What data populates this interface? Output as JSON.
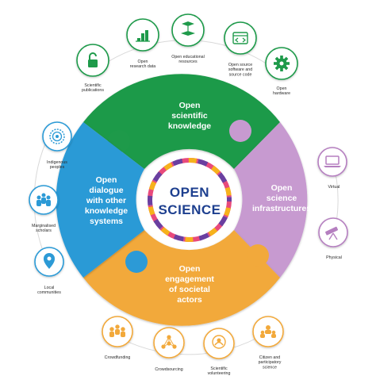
{
  "center": {
    "line1": "OPEN",
    "line2": "SCIENCE"
  },
  "segments": {
    "top": {
      "lines": [
        "Open",
        "scientific",
        "knowledge"
      ],
      "color": "#1e9a4a"
    },
    "right": {
      "lines": [
        "Open",
        "science",
        "infrastructures"
      ],
      "color": "#c79ad0"
    },
    "bottom": {
      "lines": [
        "Open",
        "engagement",
        "of societal",
        "actors"
      ],
      "color": "#f2a93b"
    },
    "left": {
      "lines": [
        "Open",
        "dialogue",
        "with other",
        "knowledge",
        "systems"
      ],
      "color": "#2c9ad6"
    }
  },
  "icons": {
    "publications": {
      "lines": [
        "Scientific",
        "publications"
      ],
      "icon": "padlock-icon",
      "color": "#1e9a4a"
    },
    "research_data": {
      "lines": [
        "Open",
        "research data"
      ],
      "icon": "bar-chart-icon",
      "color": "#1e9a4a"
    },
    "educational": {
      "lines": [
        "Open educational",
        "resources"
      ],
      "icon": "graduation-book-icon",
      "color": "#1e9a4a"
    },
    "software": {
      "lines": [
        "Open source",
        "software and",
        "source code"
      ],
      "icon": "code-window-icon",
      "color": "#1e9a4a"
    },
    "hardware": {
      "lines": [
        "Open",
        "hardware"
      ],
      "icon": "gear-icon",
      "color": "#1e9a4a"
    },
    "virtual": {
      "lines": [
        "Virtual"
      ],
      "icon": "laptop-icon",
      "color": "#b57fc0"
    },
    "physical": {
      "lines": [
        "Physical"
      ],
      "icon": "telescope-icon",
      "color": "#b57fc0"
    },
    "indigenous": {
      "lines": [
        "Indigenous",
        "peoples"
      ],
      "icon": "pattern-icon",
      "color": "#2c9ad6"
    },
    "marginalised": {
      "lines": [
        "Marginalised",
        "scholars"
      ],
      "icon": "people-icon",
      "color": "#2c9ad6"
    },
    "local": {
      "lines": [
        "Local",
        "communities"
      ],
      "icon": "location-icon",
      "color": "#2c9ad6"
    },
    "crowdfunding": {
      "lines": [
        "Crowdfunding"
      ],
      "icon": "crowd-icon",
      "color": "#f2a93b"
    },
    "crowdsourcing": {
      "lines": [
        "Crowdsourcing"
      ],
      "icon": "network-icon",
      "color": "#f2a93b"
    },
    "volunteering": {
      "lines": [
        "Scientific",
        "volunteering"
      ],
      "icon": "hands-icon",
      "color": "#f2a93b"
    },
    "citizen": {
      "lines": [
        "Citizen and",
        "participatory",
        "science"
      ],
      "icon": "group-icon",
      "color": "#f2a93b"
    }
  }
}
